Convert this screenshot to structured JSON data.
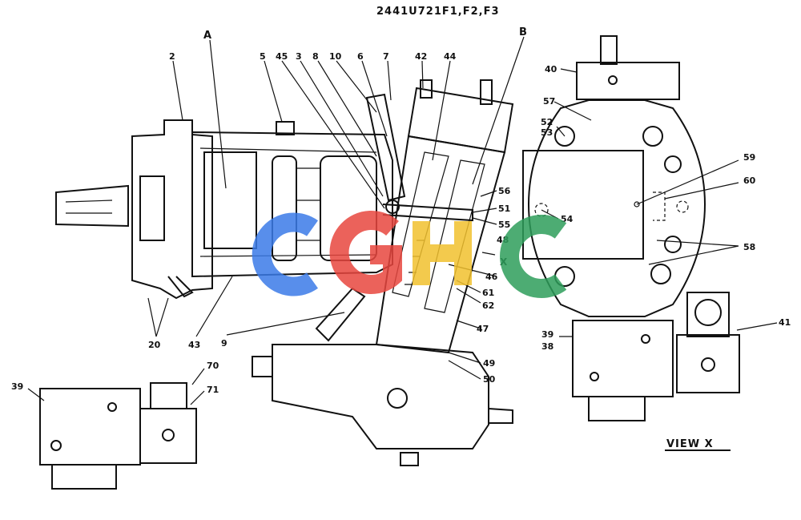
{
  "drawing_title": "2441U721F1,F2,F3",
  "view_label": "VIEW  X",
  "section_letters": {
    "a": "A",
    "b": "B",
    "x": "X"
  },
  "watermark": {
    "text": "CGHC",
    "colors": [
      "#3b7be8",
      "#e8473f",
      "#f2c12e",
      "#2e9e5b"
    ]
  },
  "callouts": {
    "c2": "2",
    "c5": "5",
    "c45": "45",
    "c3": "3",
    "c8": "8",
    "c10": "10",
    "c6": "6",
    "c7": "7",
    "c42": "42",
    "c44": "44",
    "c56": "56",
    "c51": "51",
    "c55": "55",
    "c48": "48",
    "c46": "46",
    "c61": "61",
    "c62": "62",
    "c47": "47",
    "c49": "49",
    "c50": "50",
    "c20": "20",
    "c43": "43",
    "c9": "9",
    "c40": "40",
    "c57": "57",
    "c52": "52",
    "c53": "53",
    "c59": "59",
    "c60": "60",
    "c54": "54",
    "c58": "58",
    "c39r": "39",
    "c38": "38",
    "c41": "41",
    "c39l": "39",
    "c70": "70",
    "c71": "71"
  }
}
